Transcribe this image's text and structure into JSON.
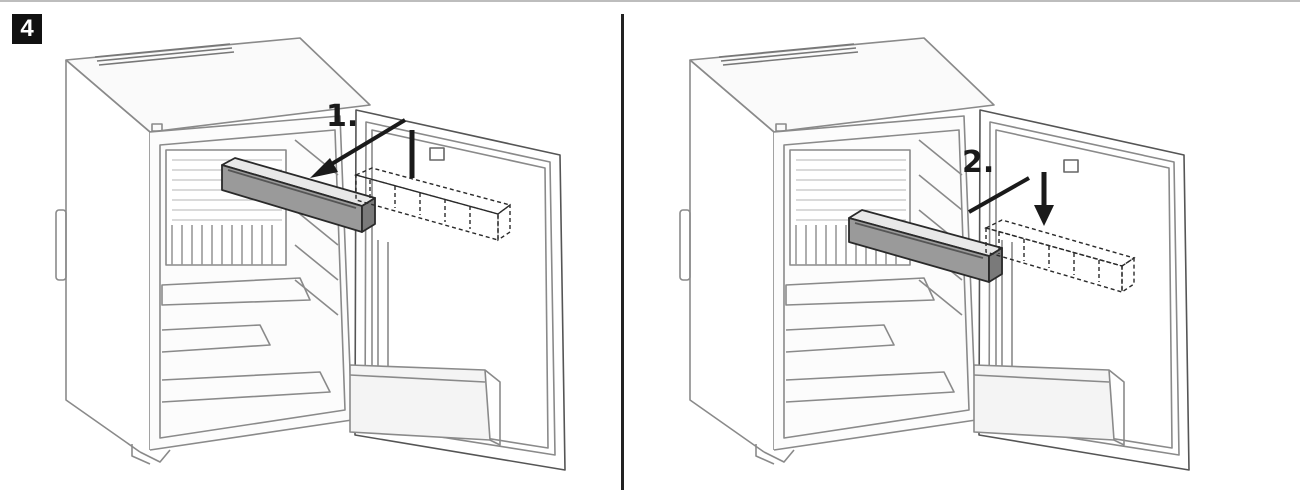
{
  "figure": {
    "badge": "4",
    "steps": [
      {
        "label": "1."
      },
      {
        "label": "2."
      }
    ]
  },
  "colors": {
    "line": "#8a8a8a",
    "dark": "#2a2a2a",
    "arrow": "#1a1a1a",
    "shelf_fill": "#9a9a9a"
  }
}
